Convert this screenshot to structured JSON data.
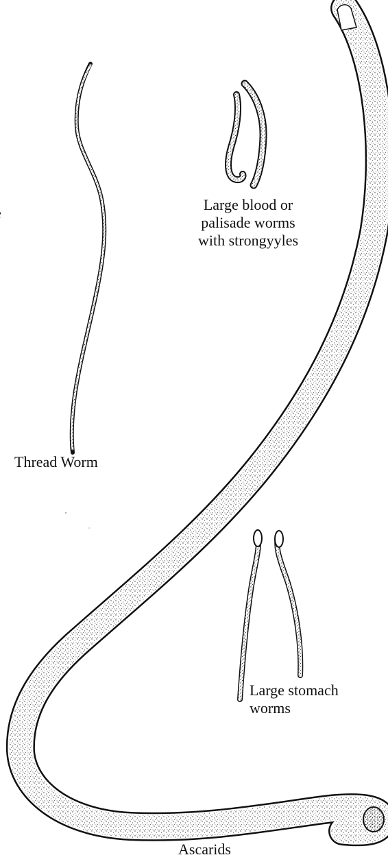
{
  "labels": {
    "blood_worms": [
      "Large blood or",
      "palisade worms",
      "with strongyyles"
    ],
    "thread_worm": "Thread Worm",
    "stomach_worms": [
      "Large stomach",
      "worms"
    ],
    "ascarids": "Ascarids",
    "edge_fragment": "e"
  },
  "colors": {
    "ink": "#111111",
    "worm_body": "#ffffff",
    "stipple": "#222222",
    "background": "#ffffff"
  }
}
